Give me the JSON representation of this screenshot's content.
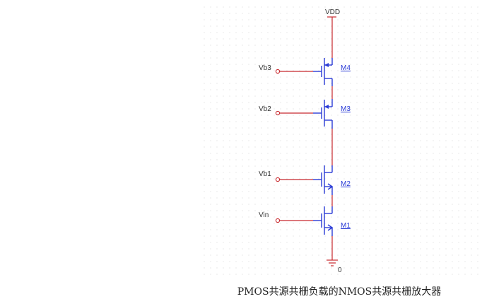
{
  "nets": {
    "supply": "VDD",
    "ground": "0"
  },
  "inputs": {
    "vb3": "Vb3",
    "vb2": "Vb2",
    "vb1": "Vb1",
    "vin": "Vin"
  },
  "transistors": {
    "m4": {
      "ref": "M4",
      "type": "PMOS"
    },
    "m3": {
      "ref": "M3",
      "type": "PMOS"
    },
    "m2": {
      "ref": "M2",
      "type": "NMOS"
    },
    "m1": {
      "ref": "M1",
      "type": "NMOS"
    }
  },
  "caption": "PMOS共源共栅负载的NMOS共源共栅放大器",
  "colors": {
    "wire": "#c8282d",
    "device": "#2a3bd6",
    "grid_dot": "#c9c9c9"
  }
}
